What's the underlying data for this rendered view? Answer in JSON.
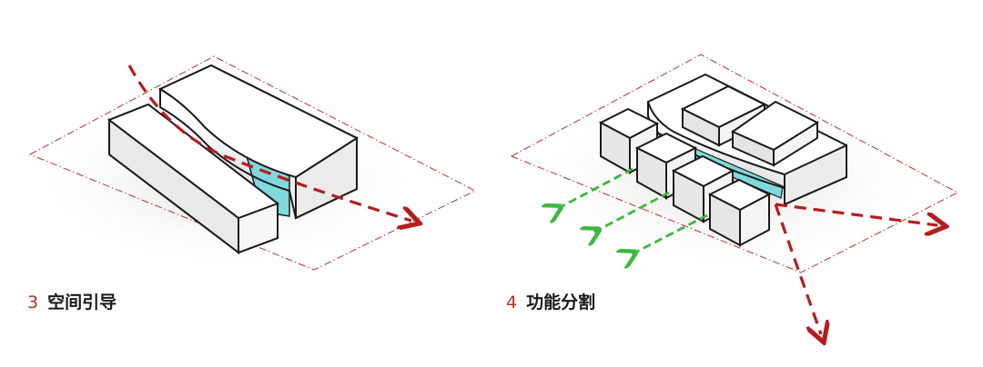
{
  "panels": [
    {
      "number": "3",
      "title": "空间引导"
    },
    {
      "number": "4",
      "title": "功能分割"
    }
  ],
  "colors": {
    "site_outline": "#b5302a",
    "red_arrow": "#b71c1c",
    "green_arrow": "#3cb83c",
    "cyan_fill": "#7fd9dd",
    "block_top": "#ffffff",
    "block_side_light": "#ececec",
    "block_side_dark": "#d6d6d6",
    "edge": "#1a1a1a"
  }
}
